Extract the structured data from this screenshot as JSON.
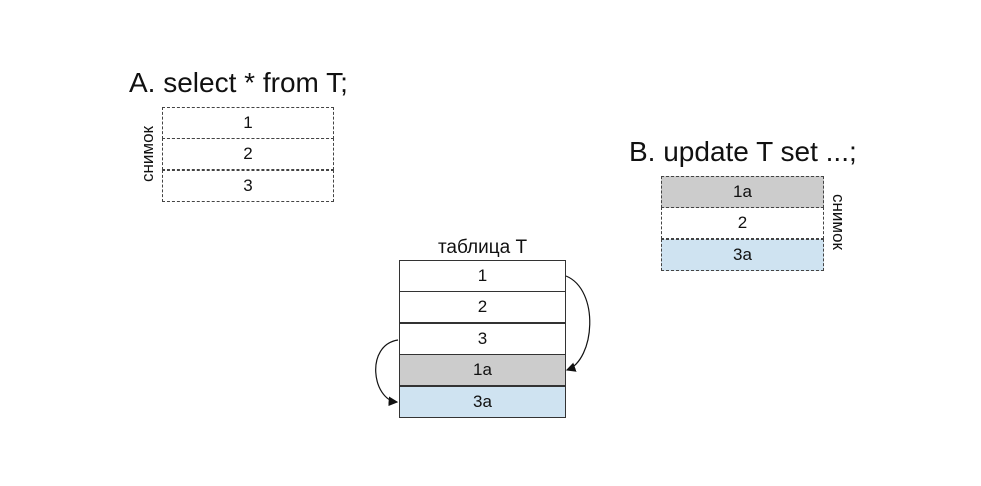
{
  "query_a": {
    "heading": "A. select * from T;",
    "snapshot_label": "снимок",
    "rows": [
      {
        "label": "1"
      },
      {
        "label": "2"
      },
      {
        "label": "3"
      }
    ]
  },
  "query_b": {
    "heading": "B. update T set ...;",
    "snapshot_label": "снимок",
    "rows": [
      {
        "label": "1a",
        "color": "#cccccc"
      },
      {
        "label": "2"
      },
      {
        "label": "3a",
        "color": "#cfe3f1"
      }
    ]
  },
  "table": {
    "title": "таблица T",
    "rows": [
      {
        "label": "1"
      },
      {
        "label": "2"
      },
      {
        "label": "3"
      },
      {
        "label": "1a",
        "color": "#cccccc"
      },
      {
        "label": "3a",
        "color": "#cfe3f1"
      }
    ]
  },
  "arrows": [
    {
      "from": "1",
      "to": "1a",
      "side": "right"
    },
    {
      "from": "3",
      "to": "3a",
      "side": "left"
    }
  ]
}
